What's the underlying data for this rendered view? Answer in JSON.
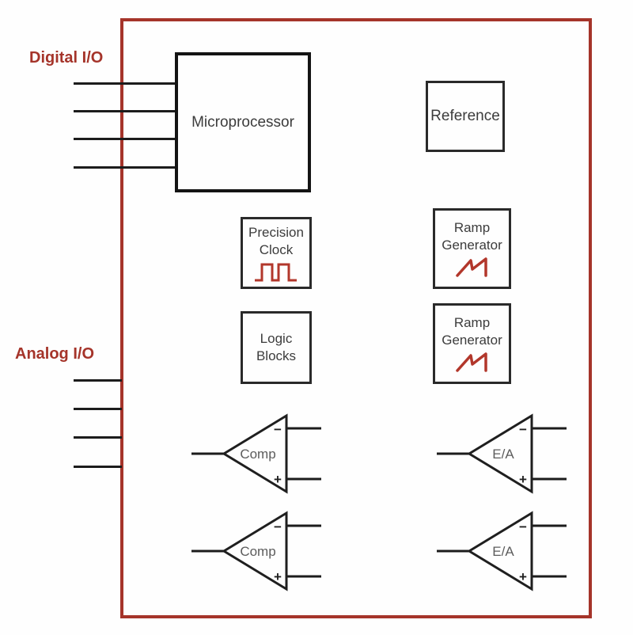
{
  "diagram": {
    "left_labels": {
      "digital": "Digital I/O",
      "analog": "Analog I/O"
    },
    "blocks": {
      "microprocessor": {
        "label": "Microprocessor"
      },
      "reference": {
        "label": "Reference"
      },
      "precision_clock": {
        "line1": "Precision",
        "line2": "Clock",
        "icon": "square-wave-icon"
      },
      "logic_blocks": {
        "line1": "Logic",
        "line2": "Blocks"
      },
      "ramp_generator_top": {
        "line1": "Ramp",
        "line2": "Generator",
        "icon": "sawtooth-wave-icon"
      },
      "ramp_generator_bottom": {
        "line1": "Ramp",
        "line2": "Generator",
        "icon": "sawtooth-wave-icon"
      }
    },
    "amplifiers": {
      "comp_top": {
        "label": "Comp",
        "minus": "−",
        "plus": "+"
      },
      "comp_bottom": {
        "label": "Comp",
        "minus": "−",
        "plus": "+"
      },
      "ea_top": {
        "label": "E/A",
        "minus": "−",
        "plus": "+"
      },
      "ea_bottom": {
        "label": "E/A",
        "minus": "−",
        "plus": "+"
      }
    },
    "io_lines": {
      "digital_count": 4,
      "analog_count": 4
    },
    "colors": {
      "outline_red": "#A5342A",
      "icon_red": "#B2372B",
      "stroke_black": "#1C1C1C",
      "text_gray": "#3C3C3C"
    }
  }
}
